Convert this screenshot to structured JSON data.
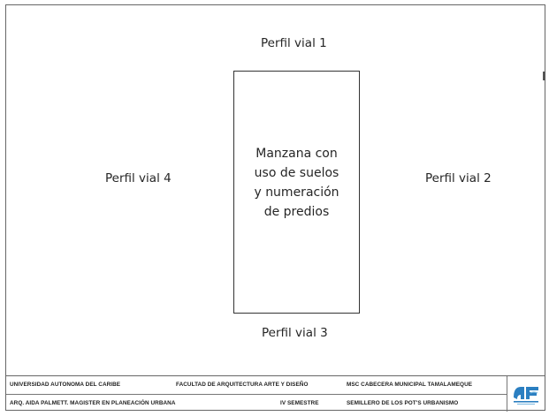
{
  "diagram": {
    "top_label": "Perfil vial 1",
    "right_label": "Perfil vial 2",
    "bottom_label": "Perfil vial 3",
    "left_label": "Perfil vial 4",
    "block_lines": [
      "Manzana con",
      "uso de suelos",
      "y numeración",
      "de predios"
    ]
  },
  "footer": {
    "row1": {
      "university": "UNIVERSIDAD AUTONOMA DEL CARIBE",
      "faculty": "FACULTAD DE ARQUITECTURA ARTE Y DISEÑO",
      "project": "MSC CABECERA MUNICIPAL TAMALAMEQUE"
    },
    "row2": {
      "author": "ARQ. AIDA PALMETT. MAGISTER EN PLANEACIÓN URBANA",
      "semester": "IV SEMESTRE",
      "group": "SEMILLERO DE LOS POT'S URBANISMO"
    }
  },
  "colors": {
    "logo_primary": "#2b7fc1",
    "logo_secondary": "#7ab8e0",
    "border": "#666666"
  }
}
